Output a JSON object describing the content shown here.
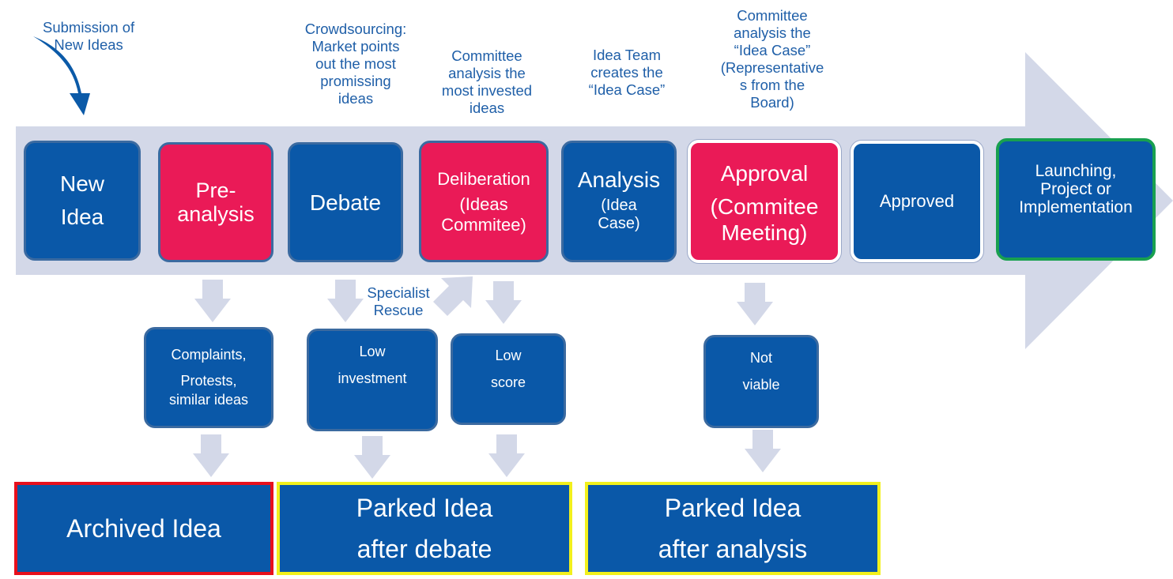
{
  "captions": {
    "submission": [
      "Submission of",
      "New Ideas"
    ],
    "crowdsourcing": [
      "Crowdsourcing:",
      "Market points",
      "out the most",
      "promissing",
      "ideas"
    ],
    "committee_invested": [
      "Committee",
      "analysis the",
      "most invested",
      "ideas"
    ],
    "idea_team": [
      "Idea Team",
      "creates the",
      "“Idea Case”"
    ],
    "committee_case": [
      "Committee",
      "analysis the",
      "“Idea Case”",
      "(Representative",
      "s from the",
      "Board)"
    ],
    "specialist_rescue": [
      "Specialist",
      "Rescue"
    ]
  },
  "stages": {
    "new_idea": [
      "New",
      "Idea"
    ],
    "pre_analysis": [
      "Pre-",
      "analysis"
    ],
    "debate": "Debate",
    "deliberation": {
      "title": "Deliberation",
      "sub": [
        "(Ideas",
        "Commitee)"
      ]
    },
    "analysis": {
      "title": "Analysis",
      "sub": [
        "(Idea",
        "Case)"
      ]
    },
    "approval": [
      "Approval",
      "(Commitee",
      "Meeting)"
    ],
    "approved": "Approved",
    "launching": [
      "Launching,",
      "Project or",
      "Implementation"
    ]
  },
  "rejections": {
    "complaints": [
      "Complaints,",
      "Protests,",
      "similar ideas"
    ],
    "low_investment": [
      "Low",
      "investment"
    ],
    "low_score": [
      "Low",
      "score"
    ],
    "not_viable": [
      "Not",
      "viable"
    ]
  },
  "outcomes": {
    "archived": "Archived Idea",
    "parked_debate": [
      "Parked Idea",
      "after debate"
    ],
    "parked_analysis": [
      "Parked Idea",
      "after analysis"
    ]
  },
  "colors": {
    "arrow": "#d3d8e8",
    "box_blue": "#0a58a8",
    "box_pink": "#ea1a57",
    "caption_text": "#1f5fa8",
    "border_red": "#e8101c",
    "border_yellow": "#f2f01c",
    "border_green": "#18a050"
  }
}
